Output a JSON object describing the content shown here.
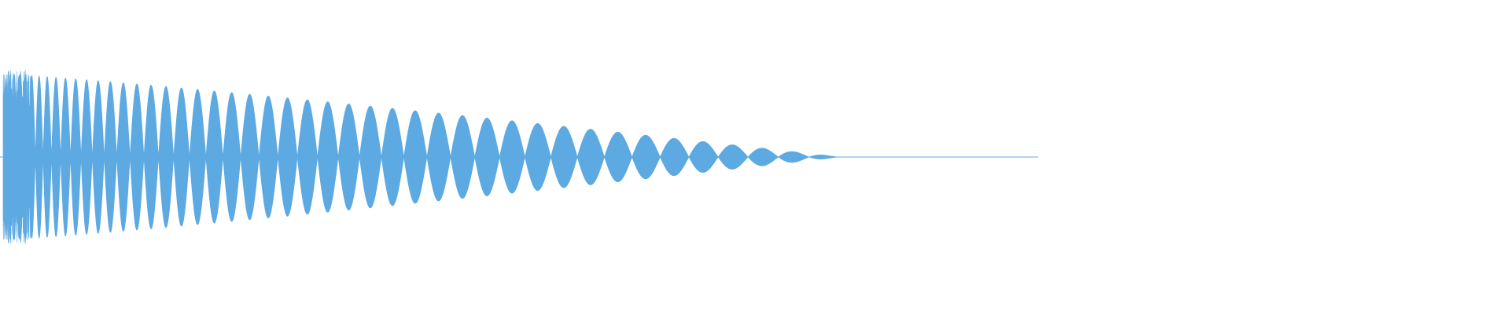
{
  "waveform": {
    "color": "#5DA9E1",
    "shape": "decaying-chirp",
    "filled_fraction_of_width": 0.557,
    "peak_amplitude": 0.53,
    "oscillation_count": 48,
    "decay_shape": "linear-to-zero",
    "chirp": "frequency-decreasing-left-to-right",
    "noise_onset": true
  }
}
